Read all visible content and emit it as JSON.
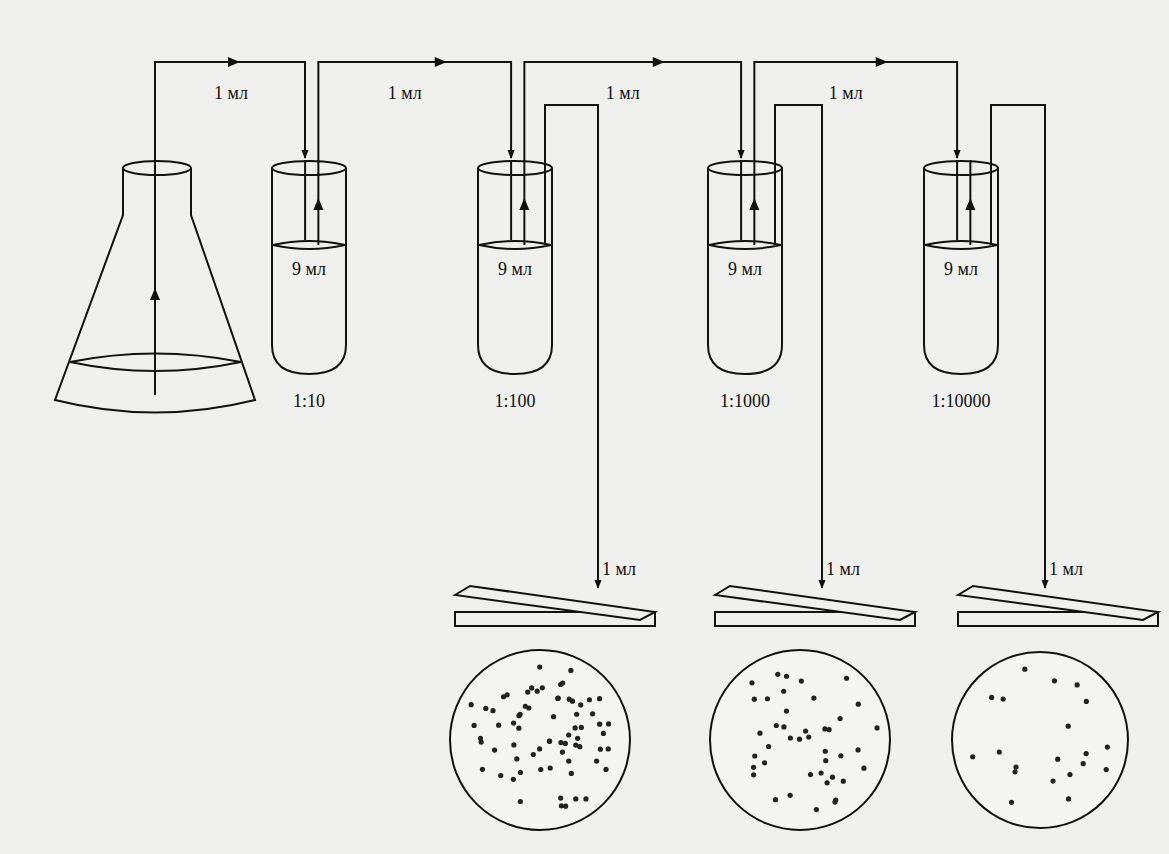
{
  "diagram": {
    "nodes": [
      {
        "text": [
          "9 мл",
          "1:10"
        ]
      },
      {
        "text": [
          "9 мл",
          "1:100"
        ]
      },
      {
        "text": [
          "9 мл",
          "1:1000"
        ]
      },
      {
        "text": [
          "9 мл",
          "1:10000"
        ]
      }
    ],
    "edges": [
      {
        "from": 0,
        "to": 1,
        "arrow": "to",
        "label": "1 мл"
      },
      {
        "from": 1,
        "to": 2,
        "arrow": "to",
        "label": "1 мл"
      },
      {
        "from": 2,
        "to": 3,
        "arrow": "to",
        "label": "1 мл"
      }
    ],
    "labels": [
      "1 мл",
      "1 мл",
      "1 мл",
      "1 мл"
    ]
  }
}
